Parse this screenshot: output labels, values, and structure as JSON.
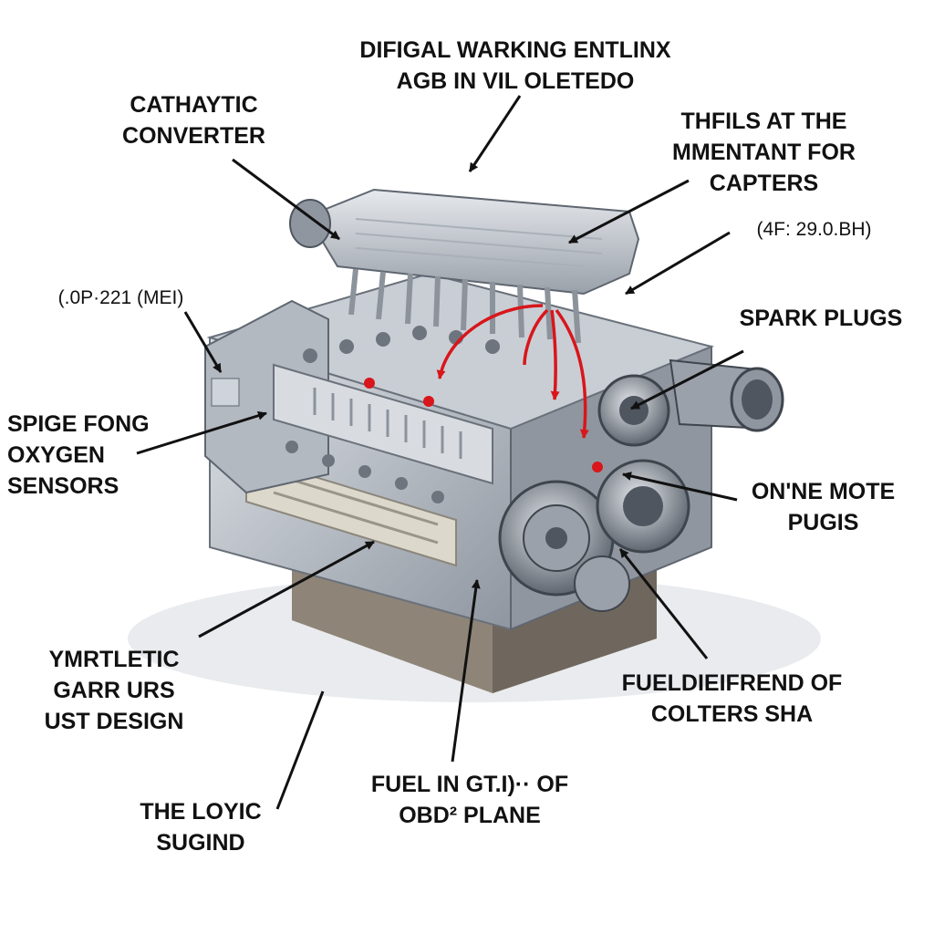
{
  "labels": {
    "top": [
      "DIFIGAL WARKING ENTLINX",
      "AGB IN VIL OLETEDO"
    ],
    "catalytic": [
      "CATHAYTIC",
      "CONVERTER"
    ],
    "thfils": [
      "THFILS AT THE",
      "MMENTANT FOR",
      "CAPTERS"
    ],
    "code_right": "(4F: 29.0.BH)",
    "code_left": "(.0P·221 (MEI)",
    "spark": "SPARK PLUGS",
    "spige": [
      "SPIGE FONG",
      "OXYGEN",
      "SENSORS"
    ],
    "onne": [
      "ON'NE MOTE",
      "PUGIS"
    ],
    "ymrtletic": [
      "YMRTLETIC",
      "GARR URS",
      "UST DESIGN"
    ],
    "fueldie": [
      "FUELDIEIFREND OF",
      "COLTERS SHA"
    ],
    "fuel": [
      "FUEL IN GT.I)·· OF",
      "OBD² PLANE"
    ],
    "loyic": [
      "THE LOYIC",
      "SUGIND"
    ]
  },
  "colors": {
    "block": "#b9bec6",
    "block_dark": "#7d848e",
    "block_light": "#dfe3e8",
    "base": "#8e8478",
    "wire": "#d8161b",
    "arrow": "#111111"
  }
}
